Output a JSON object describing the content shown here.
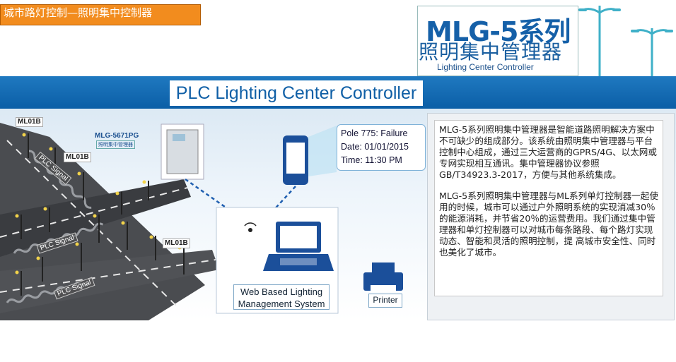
{
  "header": {
    "title_tag": "城市路灯控制—照明集中控制器",
    "logo_main": "MLG-5系列",
    "logo_sub": "照明集中管理器",
    "logo_en": "Lighting Center Controller"
  },
  "banner": {
    "title": "PLC Lighting Center Controller"
  },
  "diagram": {
    "node_labels": [
      "ML01B",
      "ML01B",
      "ML01B"
    ],
    "product_label": "MLG-5671PG",
    "product_sub": "照明集中管理器",
    "signal_labels": [
      "PLC Signal",
      "PLC Signal",
      "PLC Signal"
    ],
    "popup": {
      "line1": "Pole 775: Failure",
      "line2": "Date: 01/01/2015",
      "line3": "Time: 11:30 PM"
    },
    "web_label_line1": "Web Based Lighting",
    "web_label_line2": "Management System",
    "printer_label": "Printer"
  },
  "description": {
    "paragraph1": "MLG-5系列照明集中管理器是智能道路照明解决方案中不可缺少的组成部分。该系统由照明集中管理器与平台控制中心组成，通过三大运营商的GPRS/4G、以太网或专网实现相互通讯。集中管理器协议参照GB/T34923.3-2017，方便与其他系统集成。",
    "paragraph2": "MLG-5系列照明集中管理器与ML系列单灯控制器一起使用的时候，城市可以通过户外照明系统的实现消减30％的能源消耗，并节省20％的运营费用。我们通过集中管理器和单灯控制器可以对城市每条路段、每个路灯实现动态、智能和灵活的照明控制，提 高城市安全性、同时也美化了城市。"
  },
  "colors": {
    "accent_orange": "#f28c1e",
    "brand_blue": "#1560a8",
    "banner_blue": "#0b5ea6"
  }
}
